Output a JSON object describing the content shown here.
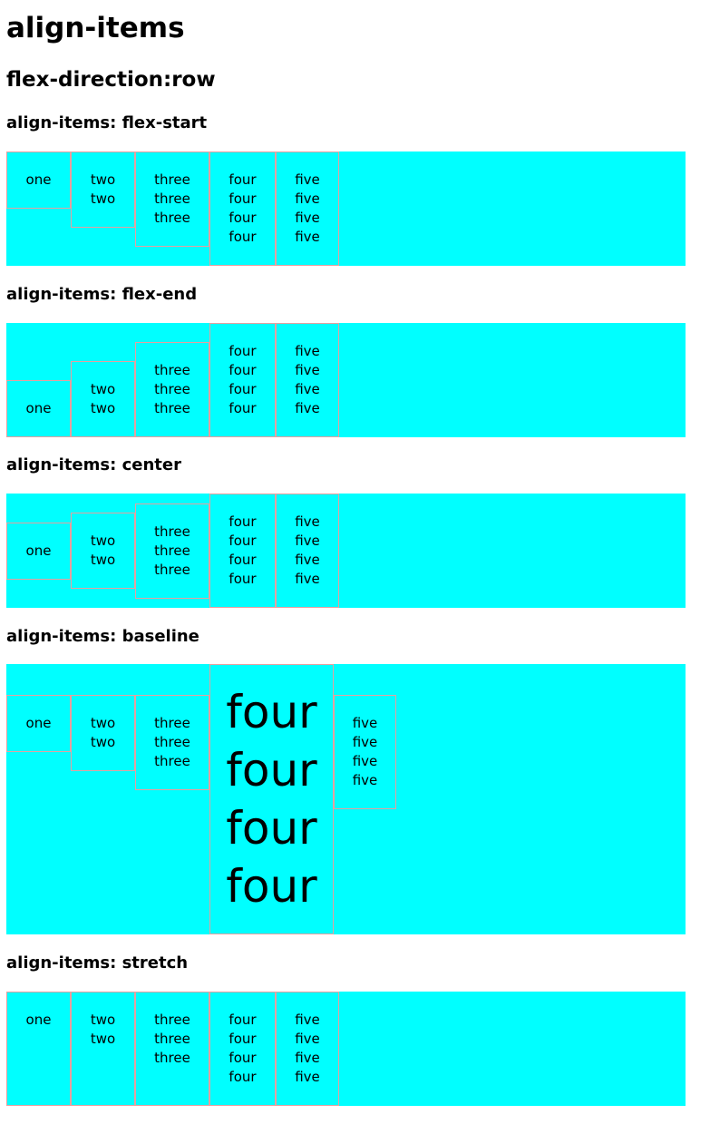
{
  "page": {
    "title": "align-items",
    "subtitle": "flex-direction:row"
  },
  "sections": [
    {
      "heading": "align-items: flex-start",
      "items": [
        {
          "lines": [
            "one"
          ]
        },
        {
          "lines": [
            "two",
            "two"
          ]
        },
        {
          "lines": [
            "three",
            "three",
            "three"
          ]
        },
        {
          "lines": [
            "four",
            "four",
            "four",
            "four"
          ]
        },
        {
          "lines": [
            "five",
            "five",
            "five",
            "five"
          ]
        }
      ]
    },
    {
      "heading": "align-items: flex-end",
      "items": [
        {
          "lines": [
            "one"
          ]
        },
        {
          "lines": [
            "two",
            "two"
          ]
        },
        {
          "lines": [
            "three",
            "three",
            "three"
          ]
        },
        {
          "lines": [
            "four",
            "four",
            "four",
            "four"
          ]
        },
        {
          "lines": [
            "five",
            "five",
            "five",
            "five"
          ]
        }
      ]
    },
    {
      "heading": "align-items: center",
      "items": [
        {
          "lines": [
            "one"
          ]
        },
        {
          "lines": [
            "two",
            "two"
          ]
        },
        {
          "lines": [
            "three",
            "three",
            "three"
          ]
        },
        {
          "lines": [
            "four",
            "four",
            "four",
            "four"
          ]
        },
        {
          "lines": [
            "five",
            "five",
            "five",
            "five"
          ]
        }
      ]
    },
    {
      "heading": "align-items: baseline",
      "items": [
        {
          "lines": [
            "one"
          ]
        },
        {
          "lines": [
            "two",
            "two"
          ]
        },
        {
          "lines": [
            "three",
            "three",
            "three"
          ]
        },
        {
          "lines": [
            "four",
            "four",
            "four",
            "four"
          ]
        },
        {
          "lines": [
            "five",
            "five",
            "five",
            "five"
          ]
        }
      ]
    },
    {
      "heading": "align-items: stretch",
      "items": [
        {
          "lines": [
            "one"
          ]
        },
        {
          "lines": [
            "two",
            "two"
          ]
        },
        {
          "lines": [
            "three",
            "three",
            "three"
          ]
        },
        {
          "lines": [
            "four",
            "four",
            "four",
            "four"
          ]
        },
        {
          "lines": [
            "five",
            "five",
            "five",
            "five"
          ]
        }
      ]
    }
  ],
  "colors": {
    "container_background": "#00ffff",
    "item_border": "#e6a0a0"
  }
}
